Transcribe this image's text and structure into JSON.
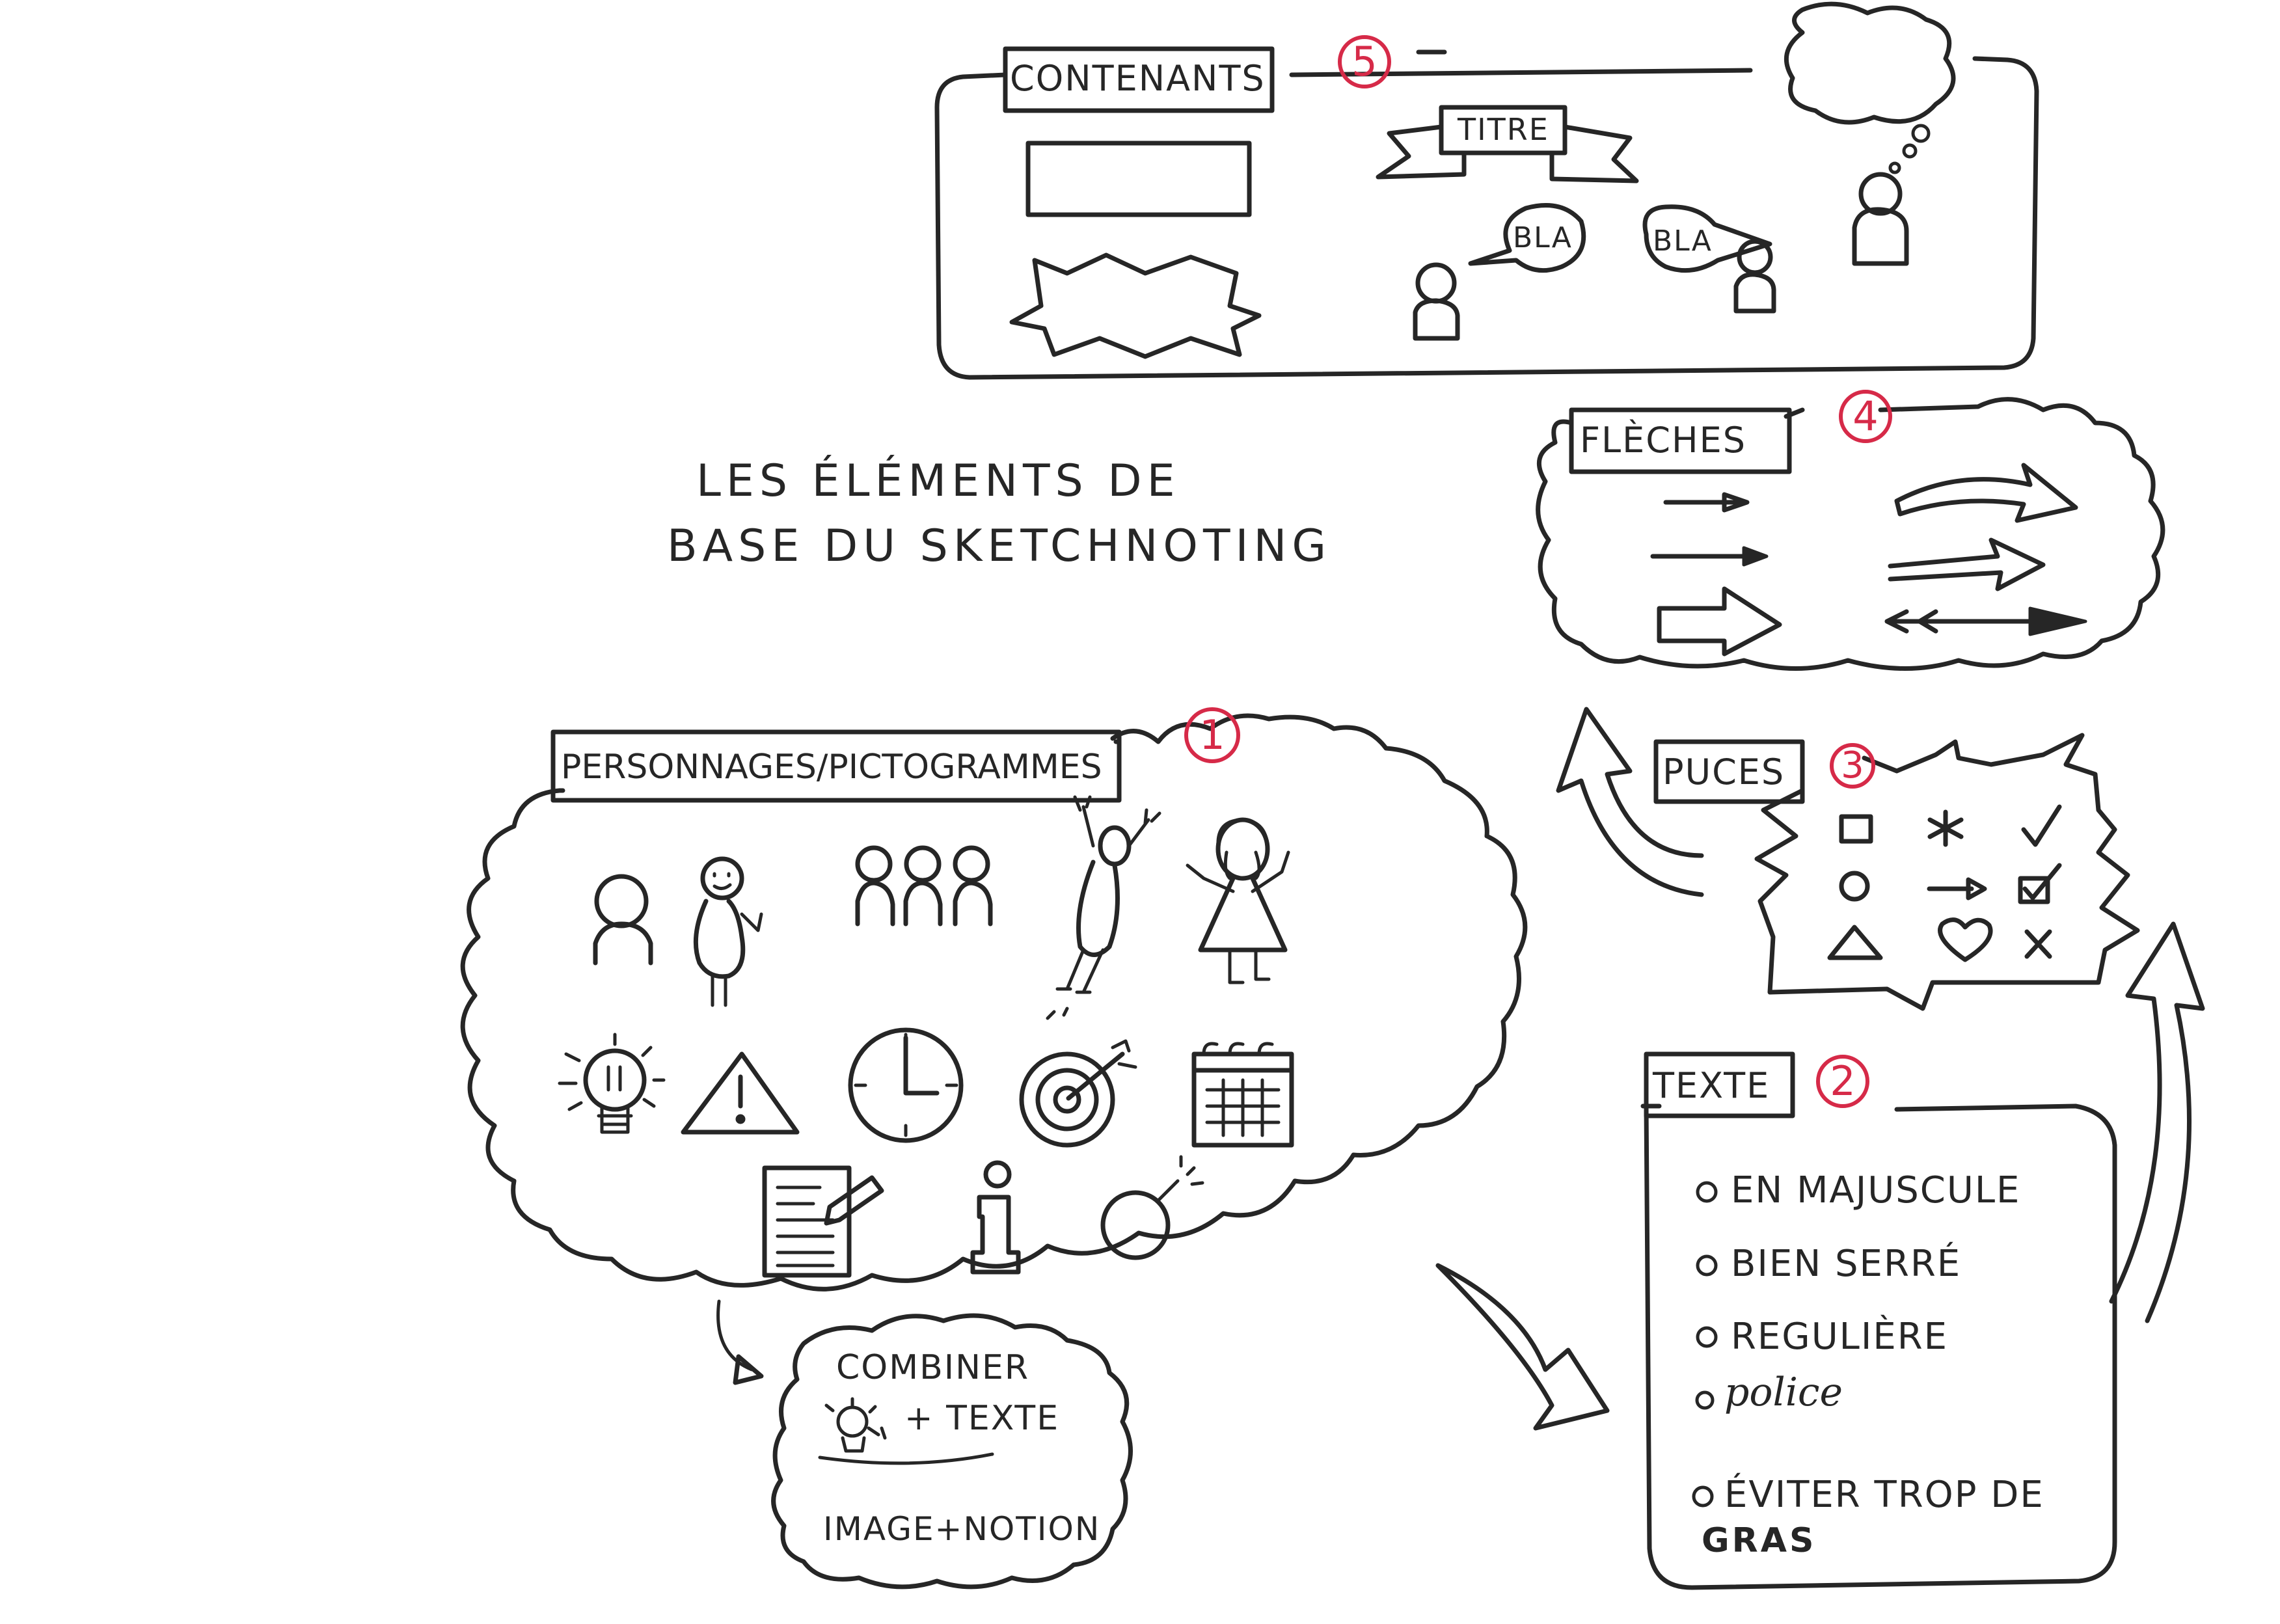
{
  "title": {
    "line1": "LES ÉLÉMENTS DE",
    "line2": "BASE DU SKETCHNOTING"
  },
  "sections": {
    "contenants": {
      "label": "CONTENANTS",
      "number": "5",
      "banner": "TITRE",
      "bubble_left": "BLA",
      "bubble_right": "BLA"
    },
    "fleches": {
      "label": "FLÈCHES",
      "number": "4"
    },
    "puces": {
      "label": "PUCES",
      "number": "3"
    },
    "texte": {
      "label": "TEXTE",
      "number": "2",
      "items": [
        "EN MAJUSCULE",
        "BIEN SERRÉ",
        "REGULIÈRE",
        "police",
        "ÉVITER TROP DE"
      ],
      "gras": "GRAS"
    },
    "personnages": {
      "label": "PERSONNAGES/PICTOGRAMMES",
      "number": "1"
    },
    "combiner": {
      "line1": "COMBINER",
      "plus_texte": "+ TEXTE",
      "line3": "IMAGE+NOTION"
    }
  },
  "colors": {
    "ink": "#262626",
    "accent": "#d62a48",
    "background": "#ffffff"
  },
  "icons": [
    "person-icon",
    "stick-figure-icon",
    "group-icon",
    "jumping-figure-icon",
    "girl-icon",
    "lightbulb-icon",
    "warning-icon",
    "clock-icon",
    "target-icon",
    "calendar-icon",
    "document-pen-icon",
    "info-icon",
    "bomb-icon",
    "thought-cloud-icon",
    "speech-bubble-icon",
    "banner-icon",
    "arrow-icon",
    "heart-icon",
    "checkmark-icon",
    "square-icon",
    "circle-icon",
    "triangle-icon",
    "asterisk-icon",
    "cross-icon",
    "checked-box-icon"
  ]
}
